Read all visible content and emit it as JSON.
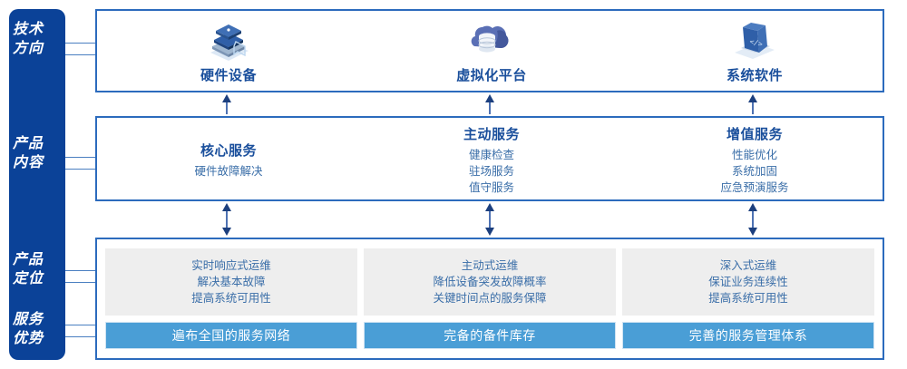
{
  "colors": {
    "sidebar": "#0b4298",
    "box_border": "#2c6bbd",
    "connector": "#4a7fc1",
    "title_blue": "#1a4f9c",
    "sub_blue": "#3a6ea8",
    "gray_card": "#eeeeee",
    "blue_bar": "#4a9ed6",
    "arrow": "#1c3f7e"
  },
  "sidebar": {
    "labels": [
      {
        "id": "tech-direction",
        "lines": [
          "技术",
          "方向"
        ]
      },
      {
        "id": "product-content",
        "lines": [
          "产品",
          "内容"
        ]
      },
      {
        "id": "product-position",
        "lines": [
          "产品",
          "定位"
        ]
      },
      {
        "id": "service-advantage",
        "lines": [
          "服务",
          "优势"
        ]
      }
    ]
  },
  "tech_row": {
    "items": [
      {
        "icon": "server-stack-icon",
        "title": "硬件设备"
      },
      {
        "icon": "cloud-database-icon",
        "title": "虚拟化平台"
      },
      {
        "icon": "laptop-code-icon",
        "title": "系统软件"
      }
    ]
  },
  "content_row": {
    "items": [
      {
        "title": "核心服务",
        "subs": [
          "硬件故障解决"
        ]
      },
      {
        "title": "主动服务",
        "subs": [
          "健康检查",
          "驻场服务",
          "值守服务"
        ]
      },
      {
        "title": "增值服务",
        "subs": [
          "性能优化",
          "系统加固",
          "应急预演服务"
        ]
      }
    ]
  },
  "bottom_row": {
    "cards": [
      {
        "lines": [
          "实时响应式运维",
          "解决基本故障",
          "提高系统可用性"
        ],
        "bar": "遍布全国的服务网络"
      },
      {
        "lines": [
          "主动式运维",
          "降低设备突发故障概率",
          "关键时间点的服务保障"
        ],
        "bar": "完备的备件库存"
      },
      {
        "lines": [
          "深入式运维",
          "保证业务连续性",
          "提高系统可用性"
        ],
        "bar": "完善的服务管理体系"
      }
    ]
  }
}
